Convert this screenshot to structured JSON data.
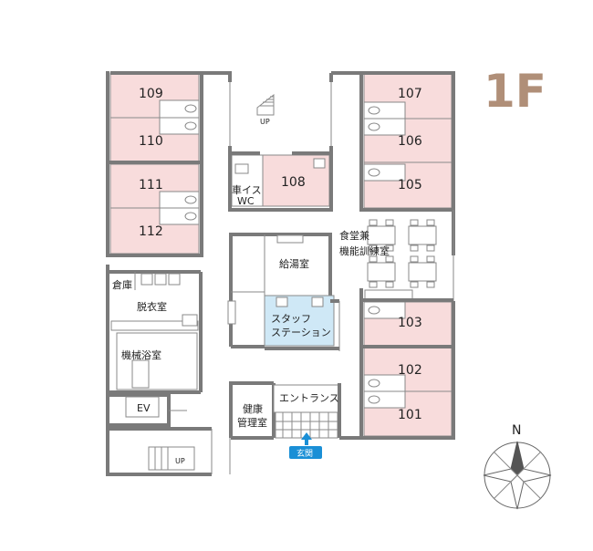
{
  "floor_label": "1F",
  "rooms": {
    "r109": "109",
    "r110": "110",
    "r111": "111",
    "r112": "112",
    "r107": "107",
    "r106": "106",
    "r105": "105",
    "r108": "108",
    "r103": "103",
    "r102": "102",
    "r101": "101"
  },
  "labels": {
    "wheelchair_wc_line1": "車イス",
    "wheelchair_wc_line2": "WC",
    "stairs_up_top": "UP",
    "stairs_up_bottom": "UP",
    "storage": "倉庫",
    "dressing_room": "脱衣室",
    "machine_bath": "機械浴室",
    "ev": "EV",
    "kitchen_prep": "給湯室",
    "staff_station_line1": "スタッフ",
    "staff_station_line2": "ステーション",
    "dining_line1": "食堂兼",
    "dining_line2": "機能訓練室",
    "entrance": "エントランス",
    "health_line1": "健康",
    "health_line2": "管理室",
    "front_door": "玄関",
    "compass_north": "N"
  },
  "colors": {
    "resident_room": "#f8dcdc",
    "staff_station": "#cfe8f6",
    "wall": "#7a7a7a",
    "floor_label": "#b08f78",
    "entrance_badge": "#1a8fd6"
  }
}
